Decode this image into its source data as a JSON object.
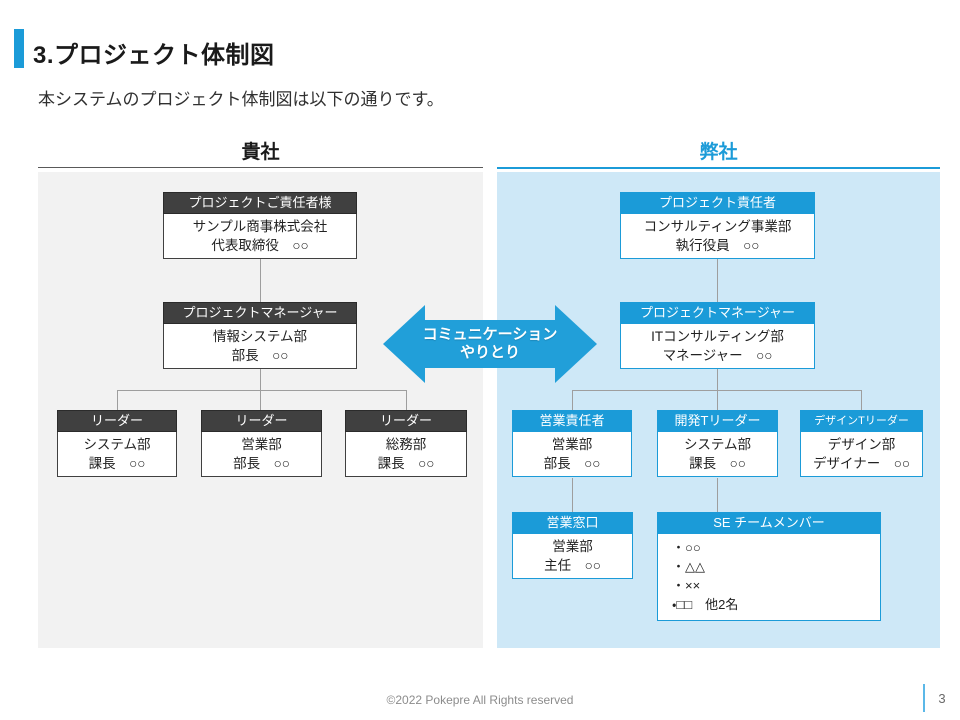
{
  "slide": {
    "title": "3.プロジェクト体制図",
    "subtitle": "本システムのプロジェクト体制図は以下の通りです。",
    "footer": {
      "copyright": "©2022 Pokepre All Rights reserved",
      "page_number": "3"
    }
  },
  "colors": {
    "accent_blue": "#1B9BD8",
    "arrow_blue": "#219FD9",
    "dark_header": "#404040",
    "left_panel_bg": "#F2F2F2",
    "right_panel_bg": "#CEE8F7",
    "connector": "#9E9E9E"
  },
  "left_org": {
    "heading": "貴社",
    "boxes": {
      "owner": {
        "title": "プロジェクトご責任者様",
        "line1": "サンプル商事株式会社",
        "line2": "代表取締役　○○"
      },
      "pm": {
        "title": "プロジェクトマネージャー",
        "line1": "情報システム部",
        "line2": "部長　○○"
      },
      "leaders": [
        {
          "title": "リーダー",
          "line1": "システム部",
          "line2": "課長　○○"
        },
        {
          "title": "リーダー",
          "line1": "営業部",
          "line2": "部長　○○"
        },
        {
          "title": "リーダー",
          "line1": "総務部",
          "line2": "課長　○○"
        }
      ]
    }
  },
  "right_org": {
    "heading": "弊社",
    "boxes": {
      "owner": {
        "title": "プロジェクト責任者",
        "line1": "コンサルティング事業部",
        "line2": "執行役員　○○"
      },
      "pm": {
        "title": "プロジェクトマネージャー",
        "line1": "ITコンサルティング部",
        "line2": "マネージャー　○○"
      },
      "row3": [
        {
          "title": "営業責任者",
          "line1": "営業部",
          "line2": "部長　○○"
        },
        {
          "title": "開発Tリーダー",
          "line1": "システム部",
          "line2": "課長　○○"
        },
        {
          "title": "デザインTリーダー",
          "line1": "デザイン部",
          "line2": "デザイナー　○○"
        }
      ],
      "sales_contact": {
        "title": "営業窓口",
        "line1": "営業部",
        "line2": "主任　○○"
      },
      "se_team": {
        "title": "SE チームメンバー",
        "members": [
          "・○○",
          "・△△",
          "・××",
          "・□□　他2名"
        ]
      }
    }
  },
  "arrow": {
    "line1": "コミュニケーション",
    "line2": "やりとり"
  }
}
